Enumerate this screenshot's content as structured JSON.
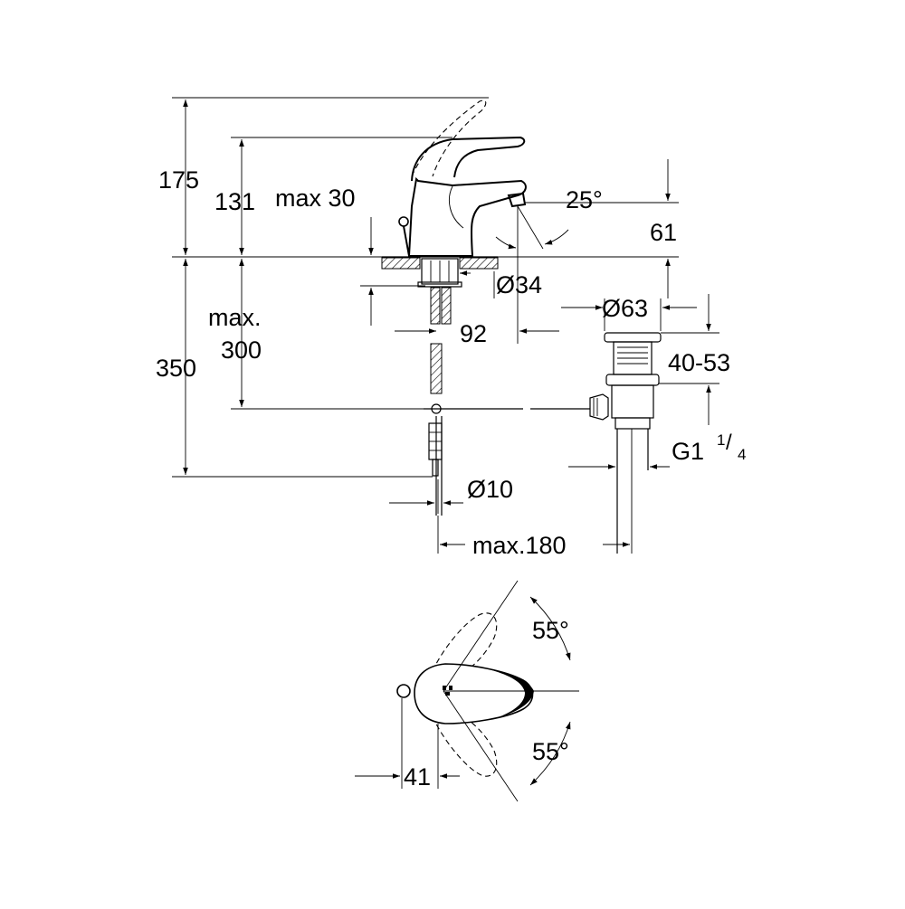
{
  "dimensions": {
    "height_total": "175",
    "height_spout": "131",
    "max_deck_thickness": "max 30",
    "spout_angle": "25°",
    "spout_outlet_height": "61",
    "hole_diameter": "Ø34",
    "spout_projection": "92",
    "max_300_line1": "max.",
    "max_300_line2": "300",
    "hose_length": "350",
    "waste_diameter": "Ø63",
    "waste_range": "40-53",
    "waste_thread_main": "G1",
    "waste_thread_num": "1",
    "waste_thread_den": "4",
    "rod_diameter": "Ø10",
    "max_180": "max.180",
    "handle_angle_upper": "55°",
    "handle_angle_lower": "55°",
    "handle_offset": "41"
  }
}
